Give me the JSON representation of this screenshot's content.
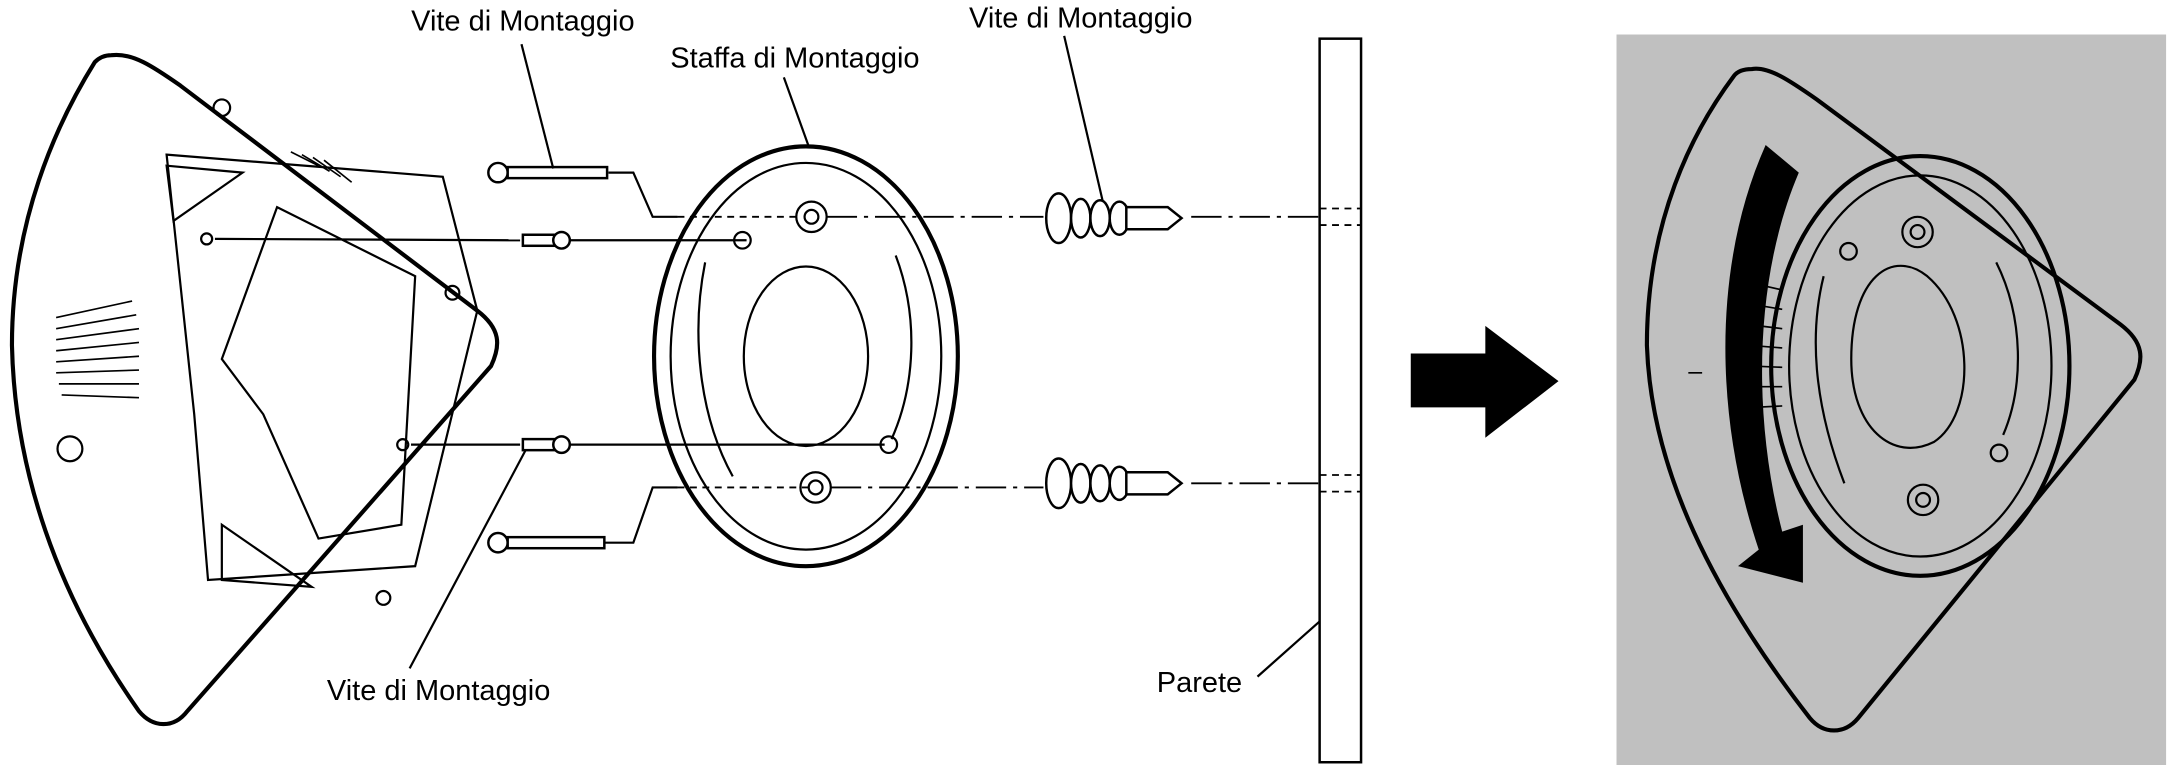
{
  "labels": {
    "screw_top_left": "Vite di Montaggio",
    "bracket": "Staffa di Montaggio",
    "screw_top_right": "Vite di Montaggio",
    "screw_bottom": "Vite di Montaggio",
    "wall": "Parete"
  },
  "colors": {
    "line": "#000000",
    "right_panel_bg": "#c0c0c0"
  }
}
